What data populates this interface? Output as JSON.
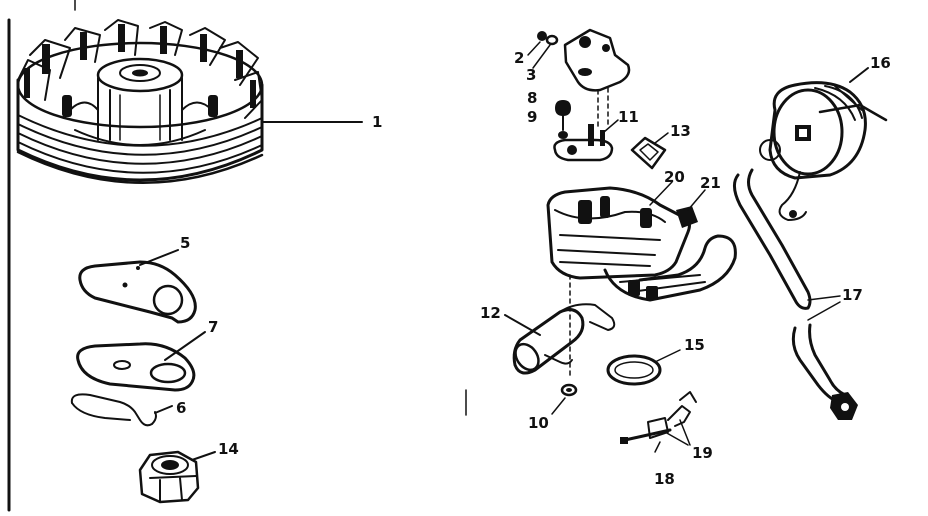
{
  "callouts": [
    {
      "id": "1",
      "text": "1"
    },
    {
      "id": "2",
      "text": "2"
    },
    {
      "id": "3",
      "text": "3"
    },
    {
      "id": "5",
      "text": "5"
    },
    {
      "id": "6",
      "text": "6"
    },
    {
      "id": "7",
      "text": "7"
    },
    {
      "id": "8",
      "text": "8"
    },
    {
      "id": "9",
      "text": "9"
    },
    {
      "id": "10",
      "text": "10"
    },
    {
      "id": "11",
      "text": "11"
    },
    {
      "id": "12",
      "text": "12"
    },
    {
      "id": "13",
      "text": "13"
    },
    {
      "id": "14",
      "text": "14"
    },
    {
      "id": "15",
      "text": "15"
    },
    {
      "id": "16",
      "text": "16"
    },
    {
      "id": "17",
      "text": "17"
    },
    {
      "id": "18",
      "text": "18"
    },
    {
      "id": "19",
      "text": "19"
    },
    {
      "id": "20",
      "text": "20"
    },
    {
      "id": "21",
      "text": "21"
    }
  ],
  "ink_color": "#111111",
  "paper_color": "#ffffff"
}
